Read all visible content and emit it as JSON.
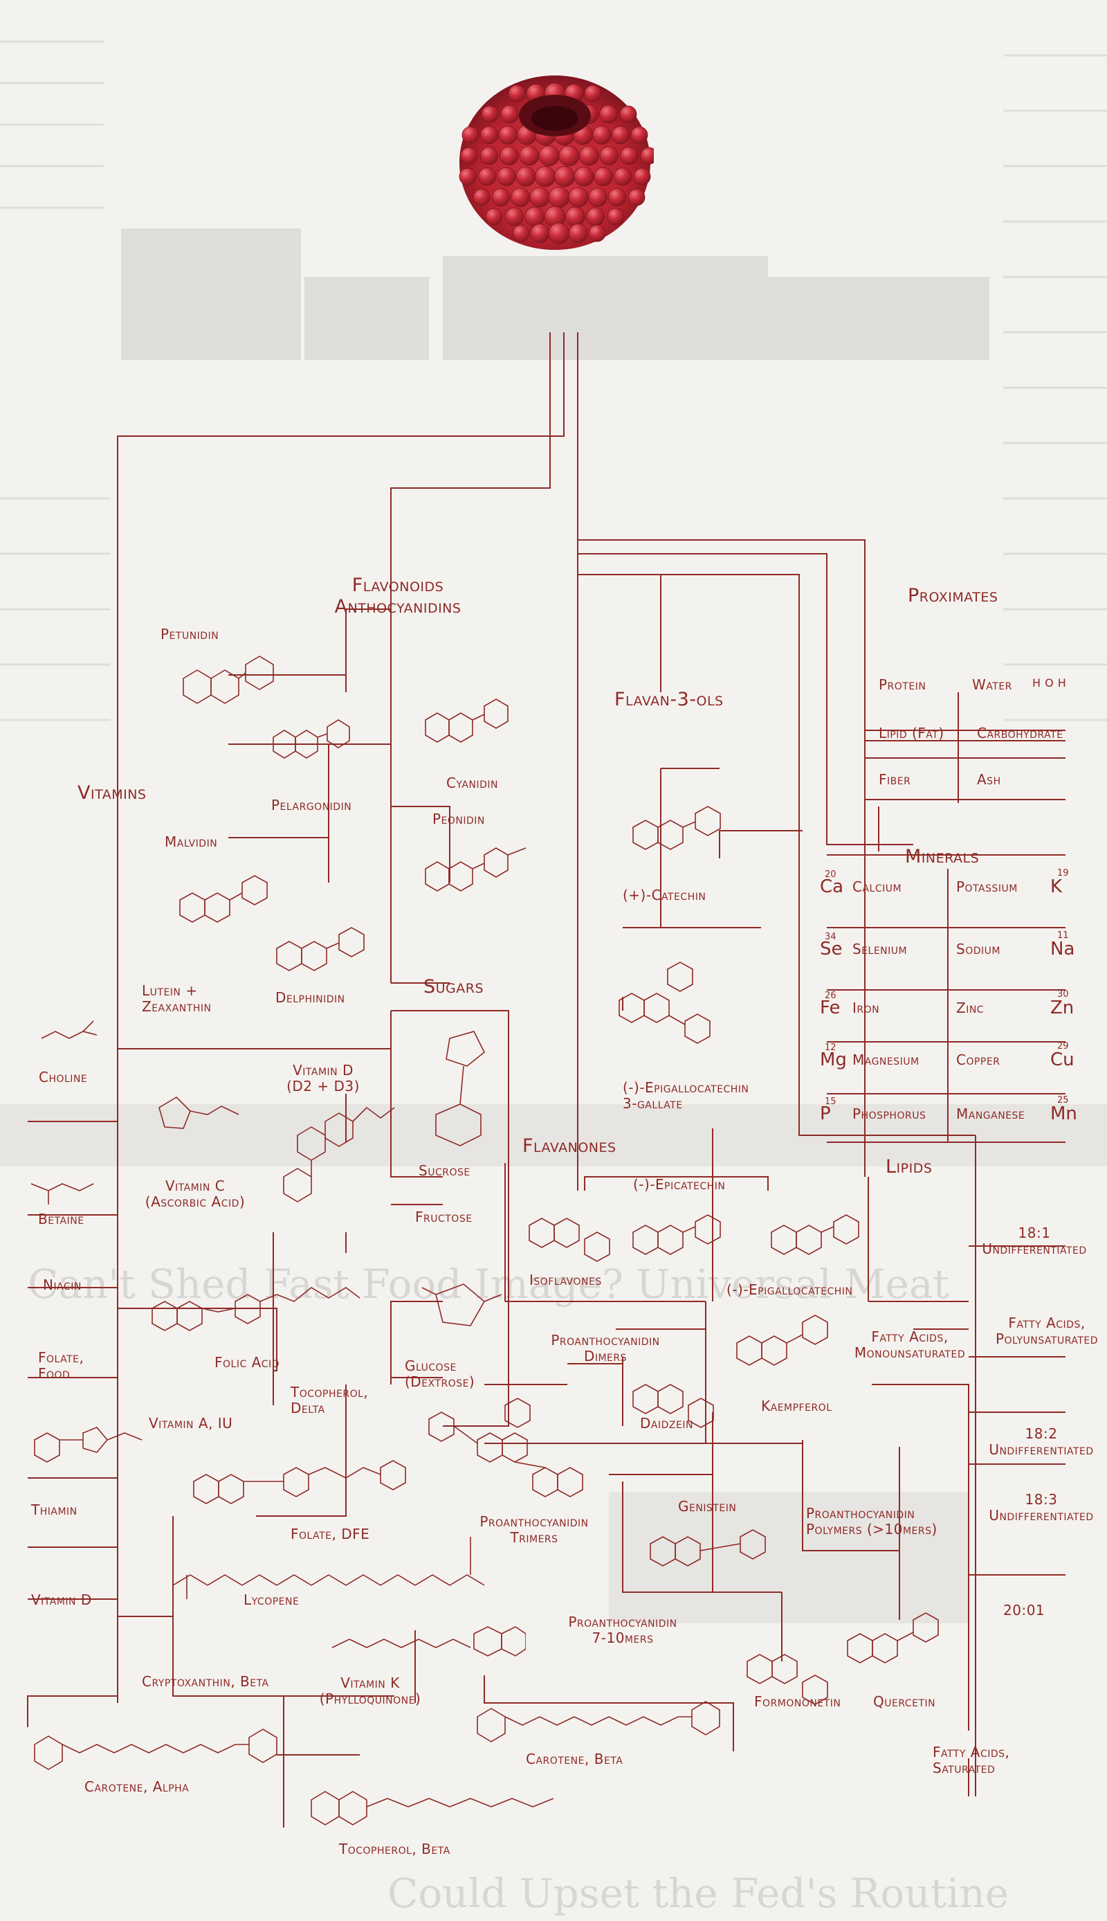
{
  "colors": {
    "ink": "#8e2a26",
    "paper": "#f4f2ef",
    "berry": "#c22a35"
  },
  "illustration": {
    "fruit": "raspberry"
  },
  "groups": {
    "flavonoids": "Flavonoids\nAnthocyanidins",
    "vitamins": "Vitamins",
    "sugars": "Sugars",
    "flavan3ols": "Flavan-3-ols",
    "flavanones": "Flavanones",
    "proximates": "Proximates",
    "minerals": "Minerals",
    "lipids": "Lipids"
  },
  "anthocyanidins": {
    "petunidin": "Petunidin",
    "pelargonidin": "Pelargonidin",
    "cyanidin": "Cyanidin",
    "peonidin": "Peonidin",
    "malvidin": "Malvidin",
    "delphinidin": "Delphinidin"
  },
  "vitamins_items": {
    "lutein": "Lutein +\nZeaxanthin",
    "choline": "Choline",
    "vitamin_d_d2d3": "Vitamin D\n(D2 + D3)",
    "vitamin_c": "Vitamin C\n(Ascorbic Acid)",
    "betaine": "Betaine",
    "niacin": "Niacin",
    "folic_acid": "Folic Acid",
    "folate_food": "Folate,\nFood",
    "tocopherol_delta": "Tocopherol,\nDelta",
    "vitamin_a": "Vitamin A, IU",
    "thiamin": "Thiamin",
    "folate_dfe": "Folate, DFE",
    "lycopene": "Lycopene",
    "vitamin_d": "Vitamin D",
    "cryptoxanthin": "Cryptoxanthin, Beta",
    "vitamin_k": "Vitamin K\n(Phylloquinone)",
    "carotene_alpha": "Carotene, Alpha",
    "tocopherol_beta": "Tocopherol, Beta",
    "carotene_beta": "Carotene, Beta"
  },
  "sugars_items": {
    "sucrose": "Sucrose",
    "fructose": "Fructose",
    "glucose": "Glucose\n(Dextrose)"
  },
  "flavan_items": {
    "catechin": "(+)-Catechin",
    "egcg": "(-)-Epigallocatechin\n3-gallate",
    "epicatechin": "(-)-Epicatechin",
    "epigallocatechin": "(-)-Epigallocatechin",
    "isoflavones": "Isoflavones",
    "pa_dimers": "Proanthocyanidin\nDimers",
    "pa_trimers": "Proanthocyanidin\nTrimers",
    "pa_7_10": "Proanthocyanidin\n7-10mers",
    "pa_polymers": "Proanthocyanidin\nPolymers (>10mers)",
    "kaempferol": "Kaempferol",
    "daidzein": "Daidzein",
    "genistein": "Genistein",
    "formononetin": "Formononetin",
    "quercetin": "Quercetin"
  },
  "proximates": {
    "water_formula": "H O H",
    "cells": [
      [
        "Protein",
        "Water"
      ],
      [
        "Lipid (Fat)",
        "Carbohydrate"
      ],
      [
        "Fiber",
        "Ash"
      ]
    ]
  },
  "minerals": [
    {
      "sym_l": "Ca",
      "num_l": "20",
      "name_l": "Calcium",
      "name_r": "Potassium",
      "sym_r": "K",
      "num_r": "19"
    },
    {
      "sym_l": "Se",
      "num_l": "34",
      "name_l": "Selenium",
      "name_r": "Sodium",
      "sym_r": "Na",
      "num_r": "11"
    },
    {
      "sym_l": "Fe",
      "num_l": "26",
      "name_l": "Iron",
      "name_r": "Zinc",
      "sym_r": "Zn",
      "num_r": "30"
    },
    {
      "sym_l": "Mg",
      "num_l": "12",
      "name_l": "Magnesium",
      "name_r": "Copper",
      "sym_r": "Cu",
      "num_r": "29"
    },
    {
      "sym_l": "P",
      "num_l": "15",
      "name_l": "Phosphorus",
      "name_r": "Manganese",
      "sym_r": "Mn",
      "num_r": "25"
    }
  ],
  "lipids_items": {
    "f18_1": "18:1\nUndifferentiated",
    "mufa": "Fatty Acids,\nMonounsaturated",
    "pufa": "Fatty Acids,\nPolyunsaturated",
    "f18_2": "18:2\nUndifferentiated",
    "f18_3": "18:3\nUndifferentiated",
    "f20_1": "20:01",
    "sfa": "Fatty Acids,\nSaturated"
  },
  "newsprint": {
    "headline1": "Can't Shed Fast Food Image? Universal Meat",
    "headline2": "Could Upset the Fed's Routine"
  }
}
